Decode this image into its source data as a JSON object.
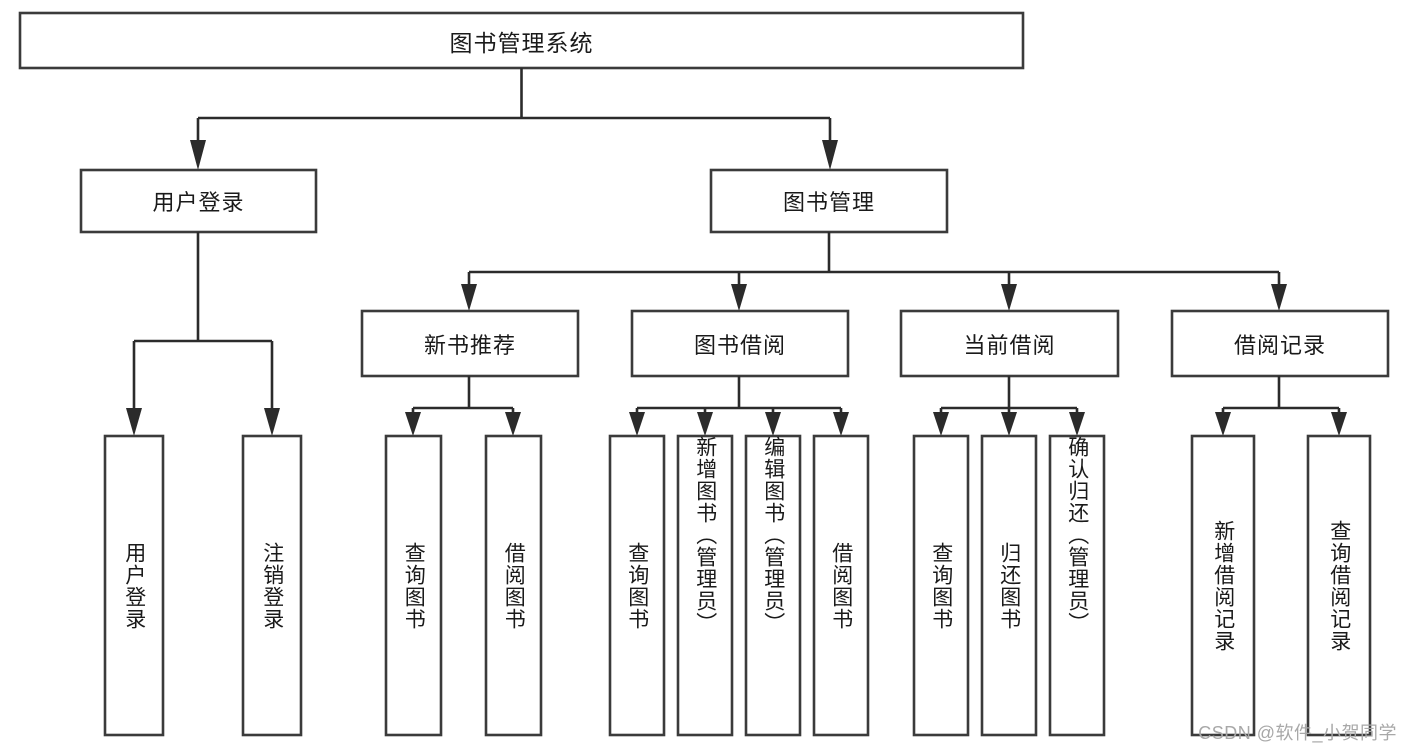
{
  "diagram": {
    "type": "tree-hierarchy-chart",
    "title": "图书管理系统",
    "watermark": "CSDN @软件_小贺同学",
    "colors": {
      "box_stroke": "#3b3b3b",
      "connector": "#2b2b2b",
      "background": "#ffffff",
      "text": "#1a1a1a",
      "watermark": "#a8a8a8"
    },
    "root": {
      "label": "图书管理系统"
    },
    "level2": [
      {
        "label": "用户登录"
      },
      {
        "label": "图书管理"
      }
    ],
    "level3": [
      {
        "label": "新书推荐"
      },
      {
        "label": "图书借阅"
      },
      {
        "label": "当前借阅"
      },
      {
        "label": "借阅记录"
      }
    ],
    "leaves": {
      "user_login": [
        {
          "label": "用户登录"
        },
        {
          "label": "注销登录"
        }
      ],
      "new_book_recommend": [
        {
          "label": "查询图书"
        },
        {
          "label": "借阅图书"
        }
      ],
      "book_borrow": [
        {
          "label": "查询图书"
        },
        {
          "label": "新增图书（管理员）"
        },
        {
          "label": "编辑图书（管理员）"
        },
        {
          "label": "借阅图书"
        }
      ],
      "current_borrow": [
        {
          "label": "查询图书"
        },
        {
          "label": "归还图书"
        },
        {
          "label": "确认归还（管理员）"
        }
      ],
      "borrow_record": [
        {
          "label": "新增借阅记录"
        },
        {
          "label": "查询借阅记录"
        }
      ]
    }
  }
}
